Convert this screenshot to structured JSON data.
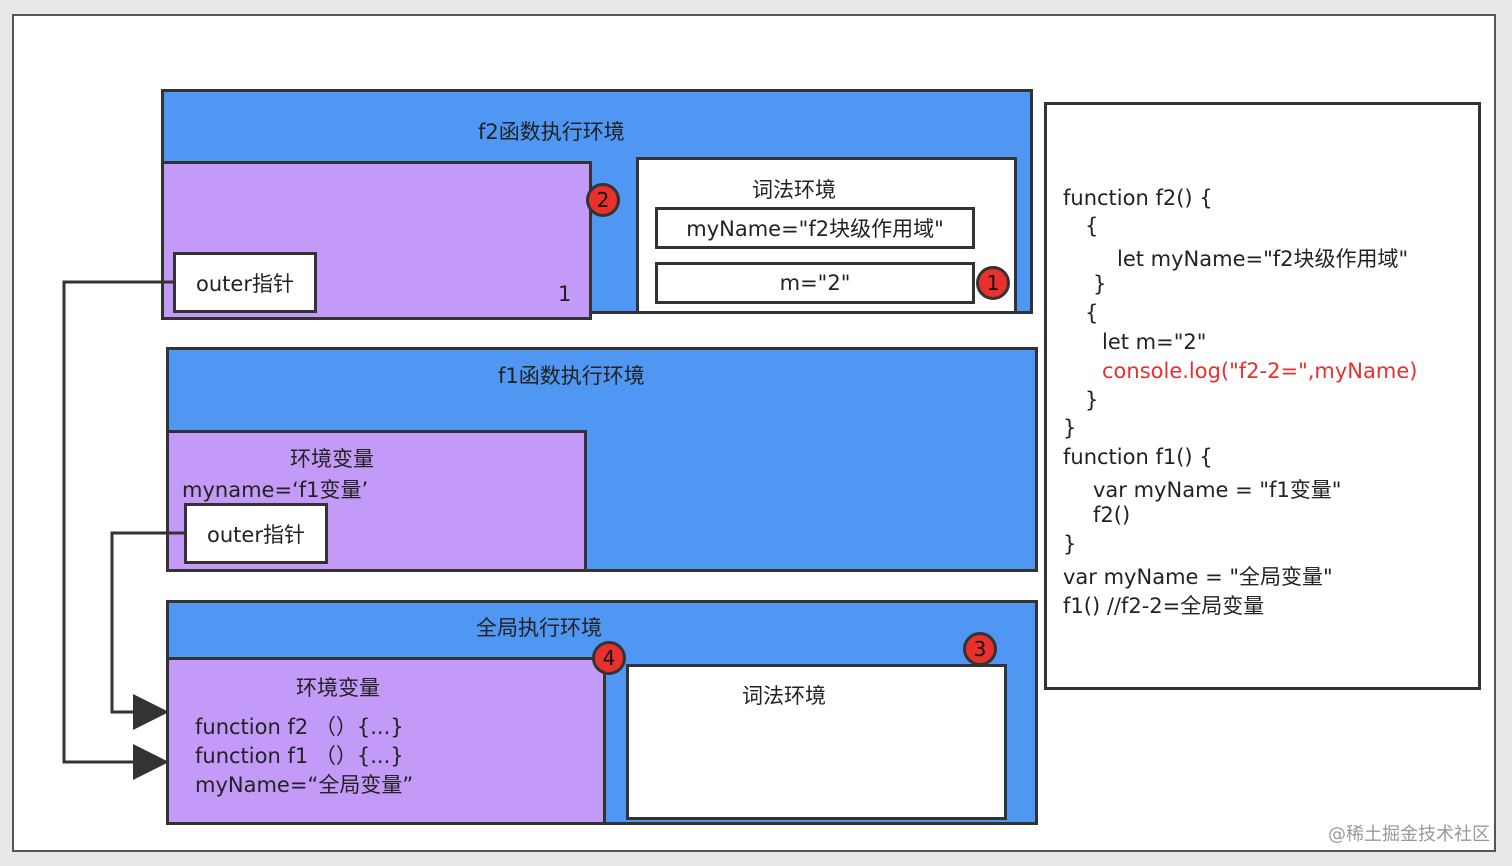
{
  "f2_env": {
    "title": "f2函数执行环境",
    "outer_label": "outer指针",
    "number_label": "1",
    "lexical_title": "词法环境",
    "lexical_vars": [
      "myName=\"f2块级作用域\"",
      "m=\"2\""
    ]
  },
  "f1_env": {
    "title": "f1函数执行环境",
    "var_env_title": "环境变量",
    "var_line": "myname=‘f1变量’",
    "outer_label": "outer指针"
  },
  "global_env": {
    "title": "全局执行环境",
    "var_env_title": "环境变量",
    "var_lines": [
      "function f2 （）{...}",
      "function f1 （）{...}",
      "myName=“全局变量”"
    ],
    "lexical_title": "词法环境"
  },
  "badges": [
    "1",
    "2",
    "3",
    "4"
  ],
  "code_lines": [
    "function f2() {",
    "{",
    "let myName=\"f2块级作用域\"",
    "}",
    "{",
    "let m=\"2\"",
    "console.log(\"f2-2=\",myName)",
    "}",
    "}",
    "function f1() {",
    "var myName = \"f1变量\"",
    "f2()",
    "}",
    "var myName = \"全局变量\"",
    "f1() //f2-2=全局变量"
  ],
  "watermark": "@稀土掘金技术社区",
  "colors": {
    "blue": "#4f97f3",
    "purple": "#c39af7",
    "red": "#e8302c"
  }
}
